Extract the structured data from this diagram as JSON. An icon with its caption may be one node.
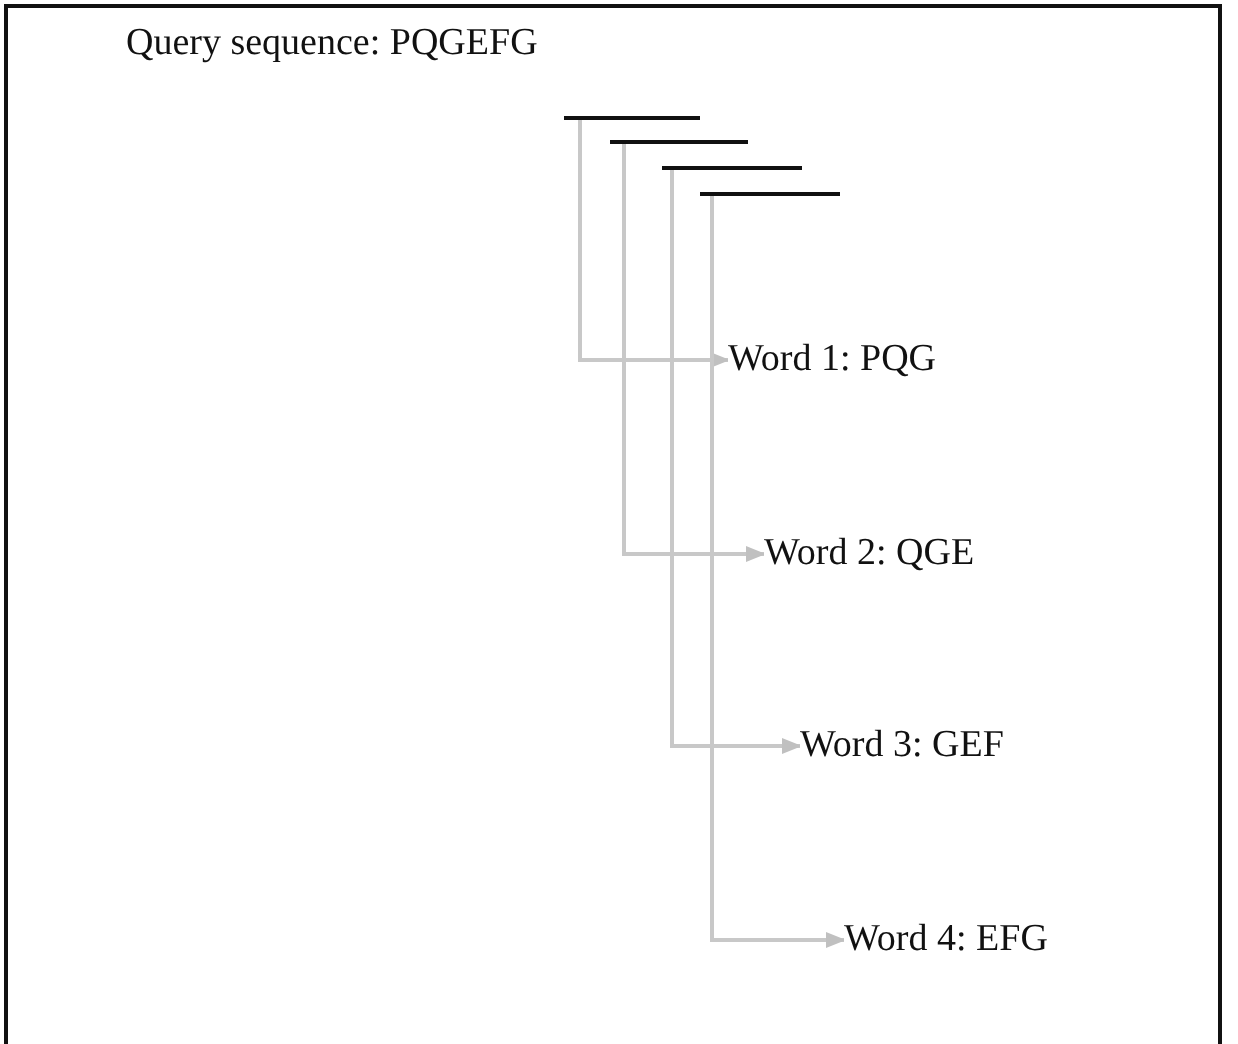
{
  "diagram": {
    "nodes": [
      {
        "text": [
          "Query sequence: PQGEFG"
        ]
      },
      {
        "text": [],
        "shape": "bar"
      },
      {
        "text": [],
        "shape": "bar"
      },
      {
        "text": [],
        "shape": "bar"
      },
      {
        "text": [],
        "shape": "bar"
      },
      {
        "text": [
          "Word 1: PQG"
        ]
      },
      {
        "text": [
          "Word 2: QGE"
        ]
      },
      {
        "text": [
          "Word 3: GEF"
        ]
      },
      {
        "text": [
          "Word 4: EFG"
        ]
      }
    ],
    "edges": [
      {
        "from": 1,
        "to": 5,
        "arrow": "to"
      },
      {
        "from": 2,
        "to": 6,
        "arrow": "to"
      },
      {
        "from": 3,
        "to": 7,
        "arrow": "to"
      },
      {
        "from": 4,
        "to": 8,
        "arrow": "to"
      }
    ]
  }
}
